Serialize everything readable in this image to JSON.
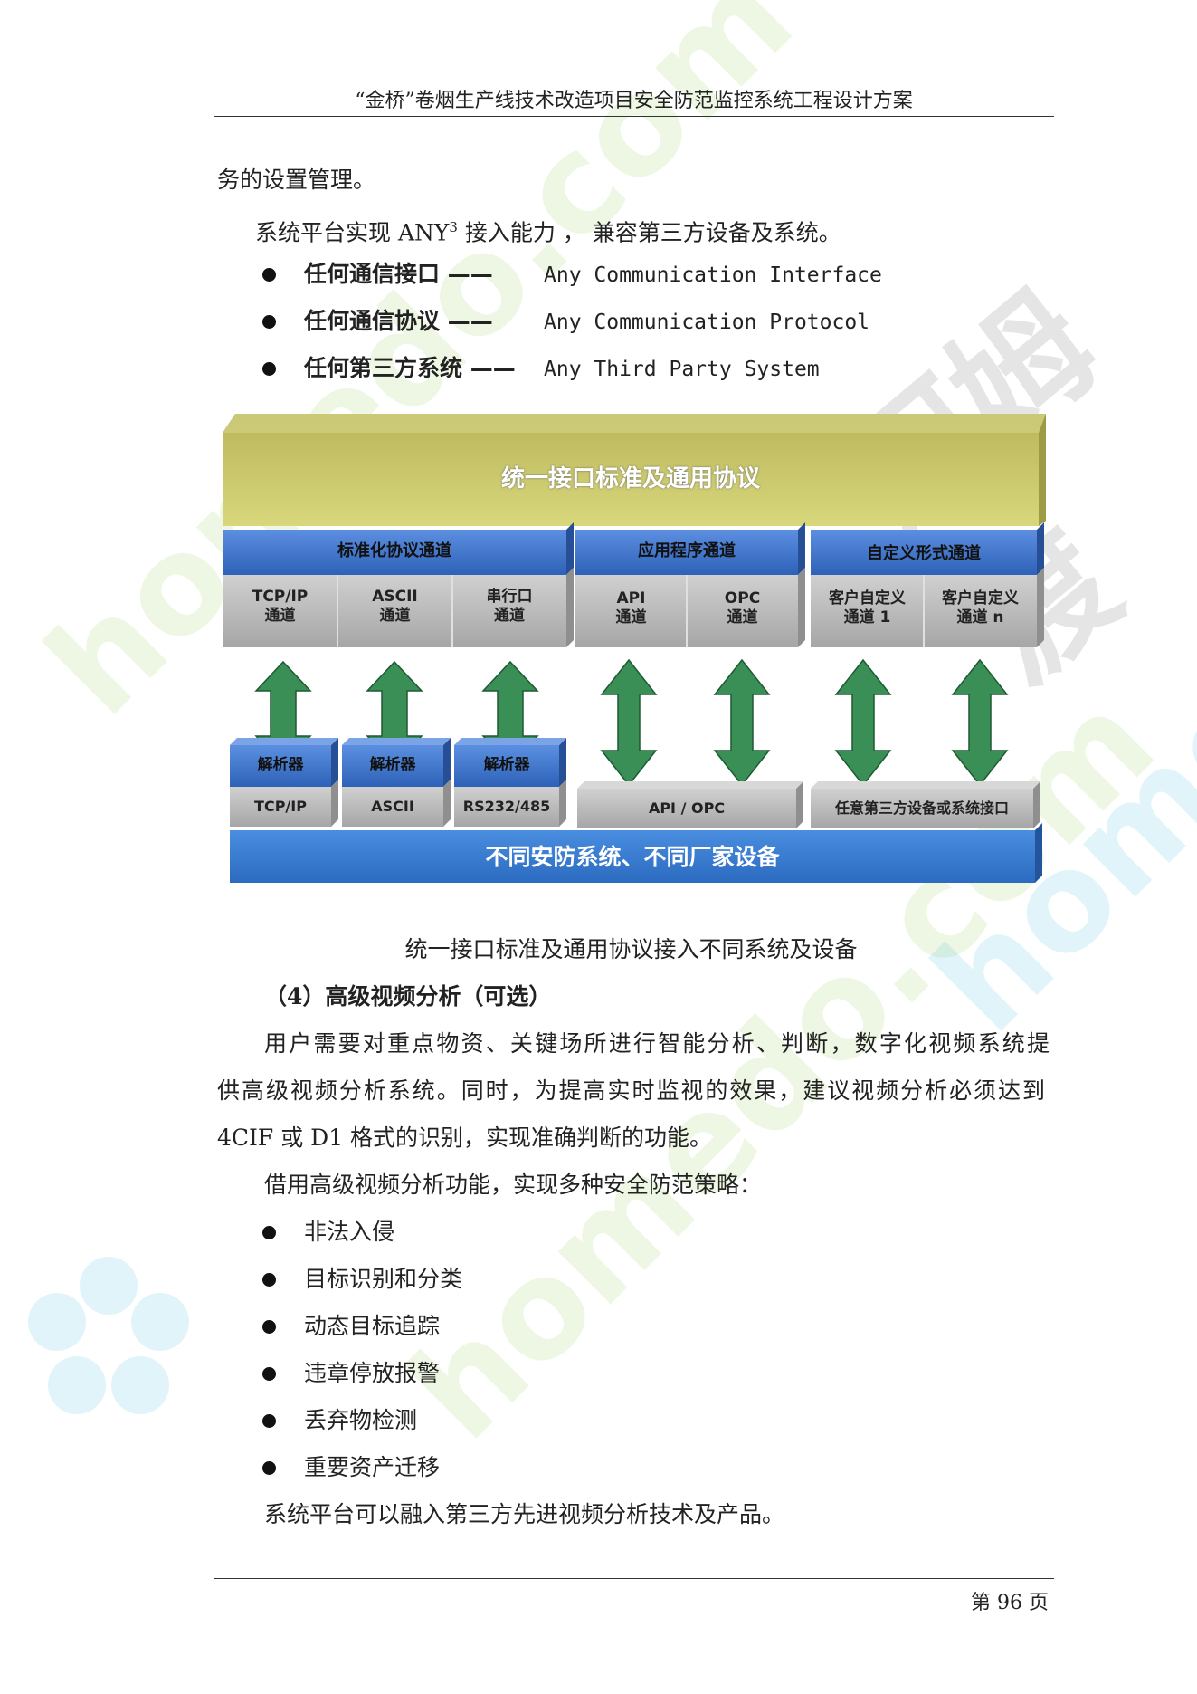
{
  "header": {
    "title": "“金桥”卷烟生产线技术改造项目安全防范监控系统工程设计方案"
  },
  "footer": {
    "page": "第 96 页"
  },
  "intro": {
    "line1": "务的设置管理。",
    "line2_a": "系统平台实现 ANY",
    "line2_sup": "3",
    "line2_b": " 接入能力 ， 兼容第三方设备及系统。"
  },
  "any_bullets": [
    {
      "cn": "任何通信接口 ——",
      "en": "Any Communication Interface"
    },
    {
      "cn": "任何通信协议 ——",
      "en": "Any Communication Protocol"
    },
    {
      "cn": "任何第三方系统 ——",
      "en": "Any Third Party System"
    }
  ],
  "diagram": {
    "top": "统一接口标准及通用协议",
    "groups": [
      {
        "title": "标准化协议通道",
        "cells": [
          "TCP/IP\n通道",
          "ASCII\n通道",
          "串行口\n通道"
        ]
      },
      {
        "title": "应用程序通道",
        "cells": [
          "API\n通道",
          "OPC\n通道"
        ]
      },
      {
        "title": "自定义形式通道",
        "cells": [
          "客户自定义\n通道 1",
          "客户自定义\n通道 n"
        ]
      }
    ],
    "parsers": [
      "解析器",
      "解析器",
      "解析器"
    ],
    "lower": [
      "TCP/IP",
      "ASCII",
      "RS232/485",
      "API / OPC",
      "任意第三方设备或系统接口"
    ],
    "bottom": "不同安防系统、不同厂家设备",
    "colors": {
      "top": "#c9c76a",
      "blue": "#3f74c9",
      "gray": "#b9b9b9",
      "arrow": "#3a8f56"
    }
  },
  "caption": "统一接口标准及通用协议接入不同系统及设备",
  "section": {
    "heading": "（4）高级视频分析（可选）",
    "para1_l1": "用户需要对重点物资、关键场所进行智能分析、判断，数字化视频系统提",
    "para1_l2": "供高级视频分析系统。同时，为提高实时监视的效果，建议视频分析必须达到",
    "para1_l3": "4CIF 或 D1 格式的识别，实现准确判断的功能。",
    "para2": "借用高级视频分析功能，实现多种安全防范策略：",
    "bullets": [
      "非法入侵",
      "目标识别和分类",
      "动态目标追踪",
      "违章停放报警",
      "丢弃物检测",
      "重要资产迁移"
    ],
    "closing": "系统平台可以融入第三方先进视频分析技术及产品。"
  },
  "watermark": {
    "text1": "homedo.com",
    "text2": "河姆渡"
  }
}
